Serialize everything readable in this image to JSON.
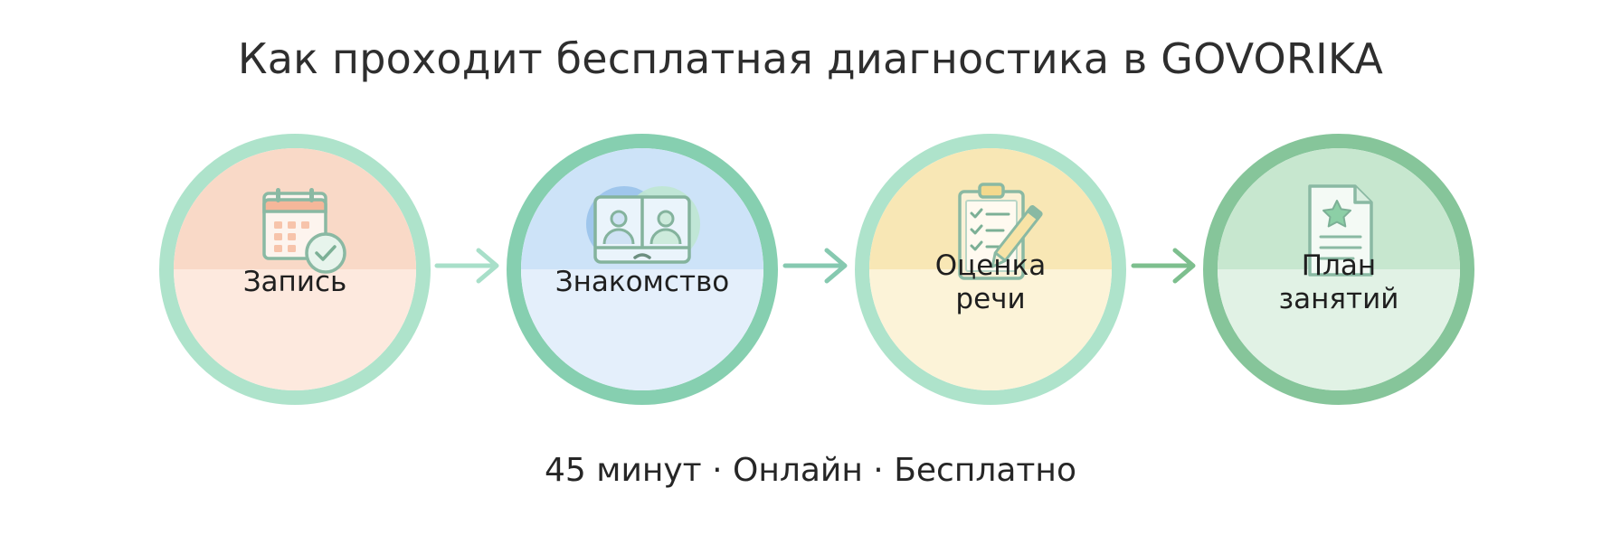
{
  "title": "Как проходит бесплатная диагностика в GOVORIKA",
  "steps": [
    {
      "label_lines": [
        "Запись"
      ],
      "icon": "calendar-check-icon",
      "ring_color": "#aee3cb",
      "top_color": "#f9d9c7",
      "bottom_color": "#fde9de"
    },
    {
      "label_lines": [
        "Знакомство"
      ],
      "icon": "video-call-icon",
      "ring_color": "#86cfb0",
      "top_color": "#cde3f8",
      "bottom_color": "#e4effb"
    },
    {
      "label_lines": [
        "Оценка",
        "речи"
      ],
      "icon": "clipboard-checklist-icon",
      "ring_color": "#aee3cb",
      "top_color": "#f8e7b5",
      "bottom_color": "#fcf3d8"
    },
    {
      "label_lines": [
        "План",
        "занятий"
      ],
      "icon": "document-star-icon",
      "ring_color": "#86c59a",
      "top_color": "#c7e7cf",
      "bottom_color": "#e1f2e5"
    }
  ],
  "arrow_colors": [
    "#a8dfc9",
    "#86c9b0",
    "#7dbf8e"
  ],
  "footer": "45 минут · Онлайн · Бесплатно"
}
